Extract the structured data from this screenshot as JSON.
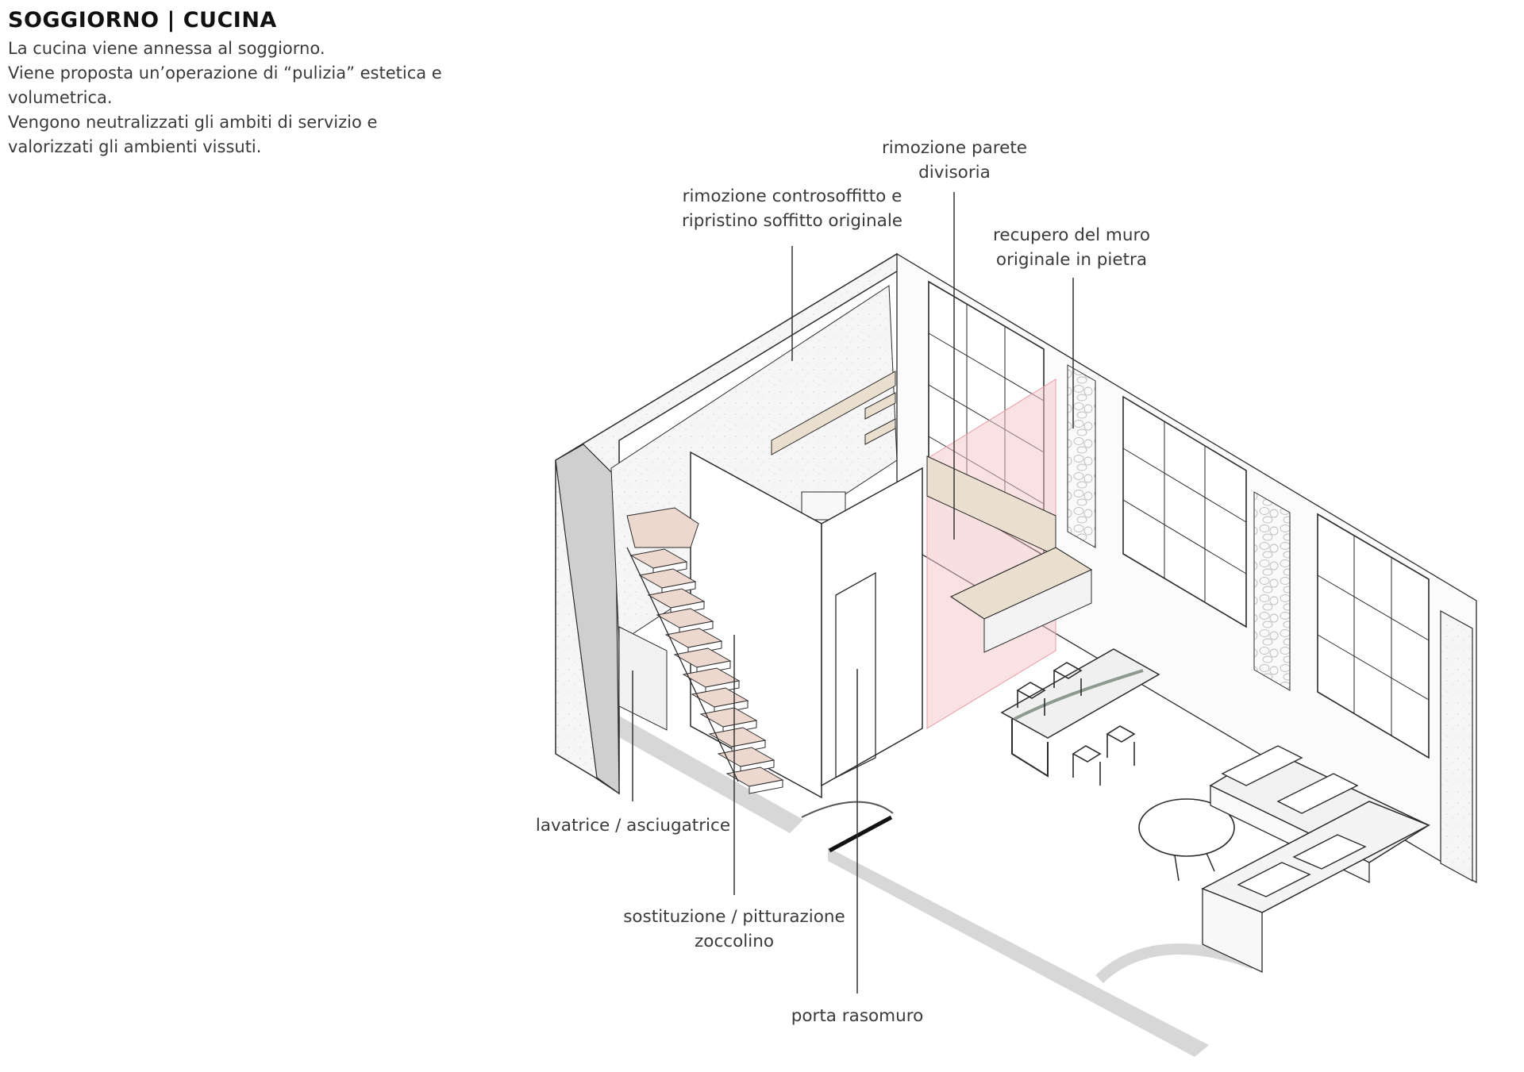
{
  "header": {
    "title": "SOGGIORNO | CUCINA",
    "lines": [
      "La cucina viene annessa al soggiorno.",
      "Viene proposta un’operazione di “pulizia”  estetica e",
      "volumetrica.",
      "Vengono neutralizzati gli ambiti di servizio e",
      "valorizzati gli ambienti vissuti."
    ]
  },
  "labels": {
    "ceiling": [
      "rimozione controsoffitto e",
      "ripristino soffitto originale"
    ],
    "wall_removal": [
      "rimozione parete",
      "divisoria"
    ],
    "stone_wall": [
      "recupero del muro",
      "originale in pietra"
    ],
    "laundry": [
      "lavatrice / asciugatrice"
    ],
    "skirting": [
      "sostituzione / pitturazione",
      "zoccolino"
    ],
    "flush_door": [
      "porta rasomuro"
    ]
  },
  "colors": {
    "line": "#2b2b2b",
    "wall_texture": "#f4f4f4",
    "wall_cut": "#bdbdbd",
    "wood": "#eadfcf",
    "stair_tread": "#ecd8cf",
    "removed_wall": "#f6c3c6",
    "floor_cut": "#d7d7d7",
    "leader": "#333333"
  }
}
